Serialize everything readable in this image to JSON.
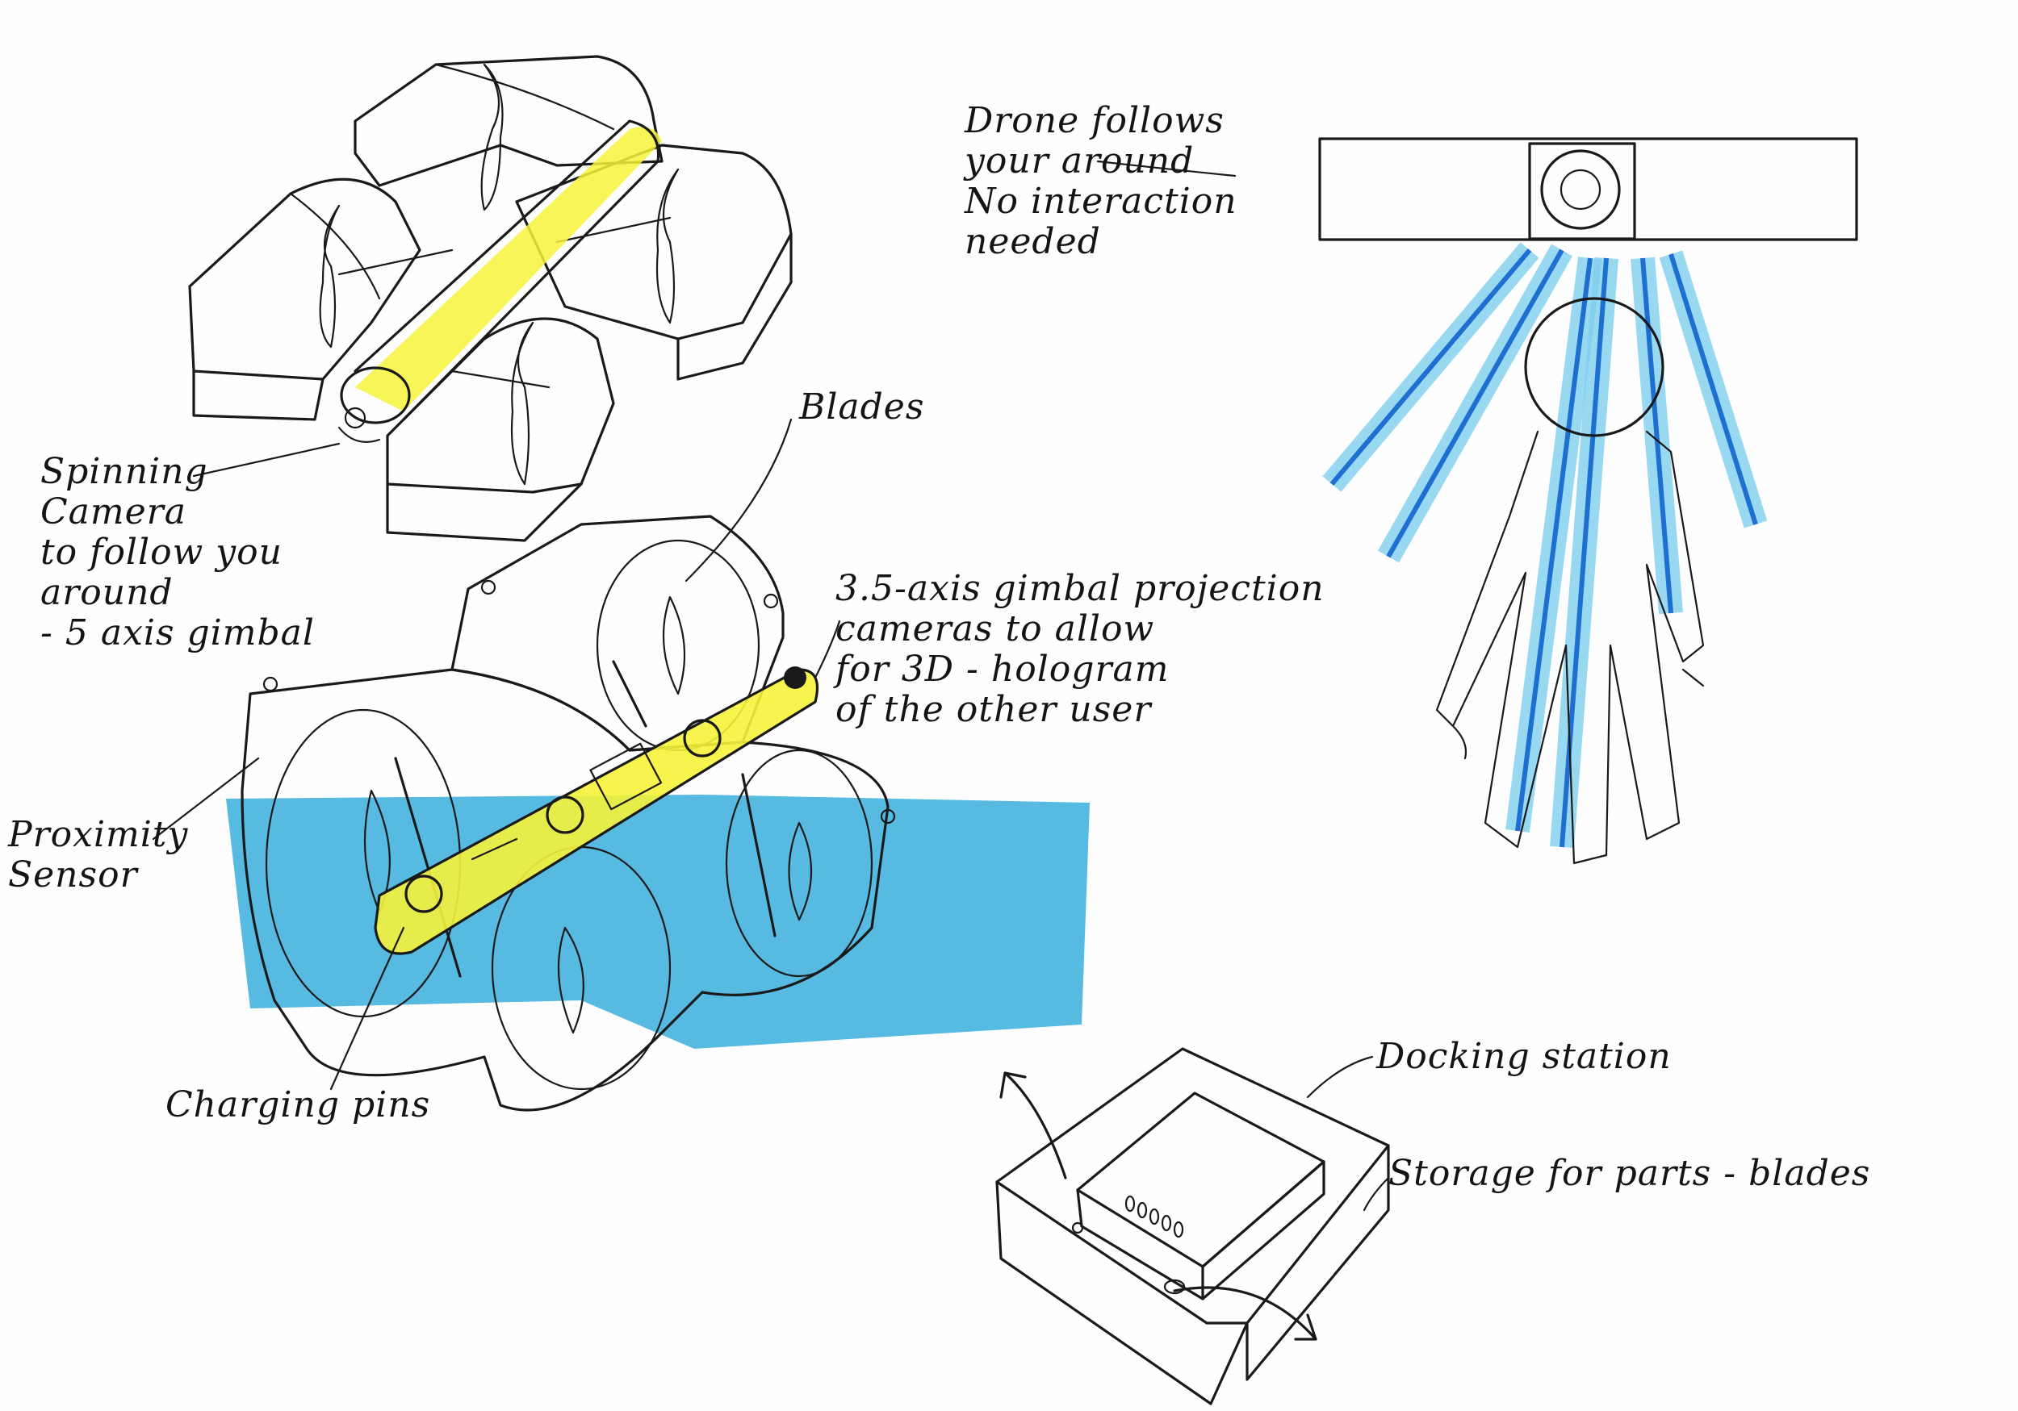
{
  "title": "",
  "colors": {
    "ink": "#1a1a1a",
    "highlighter_yellow": "#f6f33b",
    "marker_light_blue": "#3fb0dd",
    "marker_dark_blue": "#1f6fd0",
    "paper": "#fefefe"
  },
  "annotations": {
    "drone_follows": "Drone follows\nyour around\nNo interaction\nneeded",
    "spinning_camera": "Spinning\nCamera\nto follow you\naround\n- 5 axis gimbal",
    "blades": "Blades",
    "gimbal_projection": "3.5-axis gimbal projection\ncameras to allow\nfor 3D - hologram\nof the other user",
    "proximity_sensor": "Proximity\nSensor",
    "charging_pins": "Charging pins",
    "docking_station": "Docking station",
    "storage": "Storage for parts - blades"
  }
}
